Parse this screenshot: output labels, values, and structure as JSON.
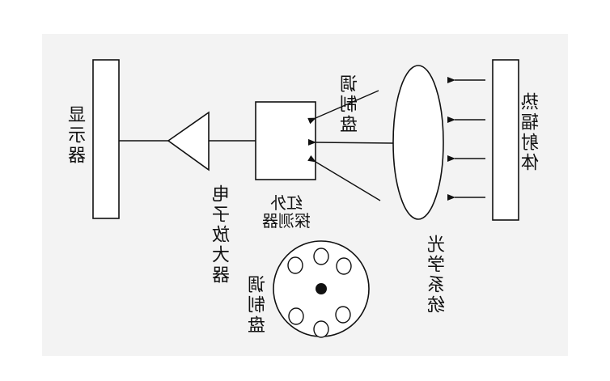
{
  "labels": {
    "display": "显示器",
    "amplifier": "电子放大器",
    "detector_line1": "红外",
    "detector_line2": "探测器",
    "chopper_top": "调制盘",
    "chopper_bottom": "调制盘",
    "optics": "光学系统",
    "radiator": "热辐射体"
  },
  "colors": {
    "ink": "#111111",
    "panel": "#f3f3f3",
    "background": "#ffffff"
  }
}
